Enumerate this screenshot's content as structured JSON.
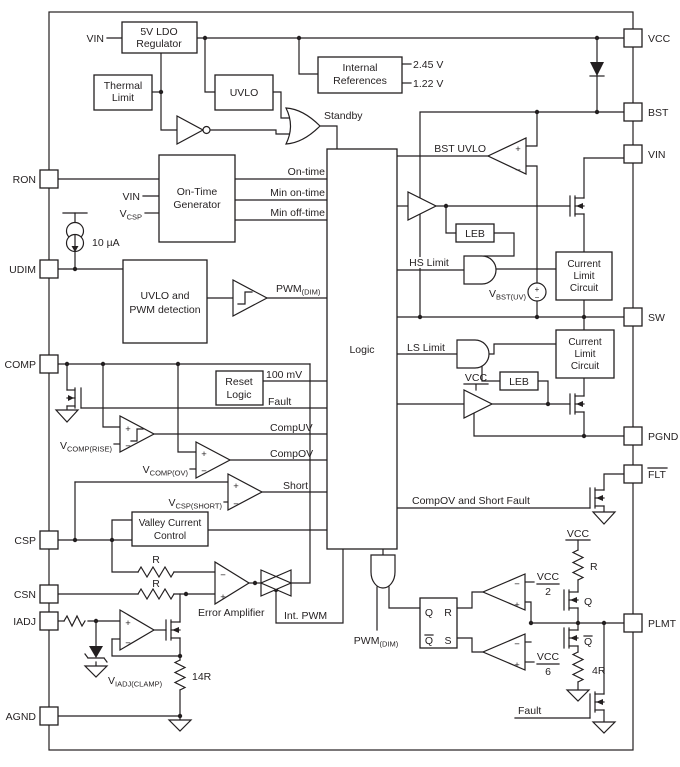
{
  "diagram_title": "LED driver controller functional block diagram",
  "colors": {
    "line": "#231f20",
    "background": "#ffffff"
  },
  "pins": {
    "left": [
      "RON",
      "UDIM",
      "COMP",
      "CSP",
      "CSN",
      "IADJ",
      "AGND"
    ],
    "right": [
      "VCC",
      "BST",
      "VIN",
      "SW",
      "PGND",
      "FLT",
      "PLMT"
    ]
  },
  "blocks": {
    "ldo": [
      "5V LDO",
      "Regulator"
    ],
    "thermal": [
      "Thermal",
      "Limit"
    ],
    "uvlo": "UVLO",
    "intref": [
      "Internal",
      "References"
    ],
    "otg": [
      "On-Time",
      "Generator"
    ],
    "uvlopwm": [
      "UVLO and",
      "PWM detection"
    ],
    "logic": "Logic",
    "reset": [
      "Reset",
      "Logic"
    ],
    "valley": [
      "Valley Current",
      "Control"
    ],
    "leb1": "LEB",
    "leb2": "LEB",
    "clc1": [
      "Current",
      "Limit",
      "Circuit"
    ],
    "clc2": [
      "Current",
      "Limit",
      "Circuit"
    ],
    "latch": {
      "q": "Q",
      "r": "R",
      "qb": "Q",
      "s": "S"
    }
  },
  "labels": {
    "vin_top": "VIN",
    "standby": "Standby",
    "ref1": "2.45 V",
    "ref2": "1.22 V",
    "ontime": "On-time",
    "minon": "Min on-time",
    "minoff": "Min off-time",
    "otg_vin": "VIN",
    "vcsp": {
      "b": "V",
      "s": "CSP"
    },
    "i10": "10 µA",
    "pwmdim": {
      "b": "PWM",
      "s": "(DIM)"
    },
    "pwmdim2": {
      "b": "PWM",
      "s": "(DIM)"
    },
    "bstuvlo": "BST UVLO",
    "hslimit": "HS Limit",
    "lslimit": "LS Limit",
    "vbstuv": {
      "b": "V",
      "s": "BST(UV)"
    },
    "mv100": "100 mV",
    "fault": "Fault",
    "fault2": "Fault",
    "compuv": "CompUV",
    "compov": "CompOV",
    "short": "Short",
    "vcomprise": {
      "b": "V",
      "s": "COMP(RISE)"
    },
    "vcompov": {
      "b": "V",
      "s": "COMP(OV)"
    },
    "vcspshort": {
      "b": "V",
      "s": "CSP(SHORT)"
    },
    "erramp": "Error Amplifier",
    "intpwm": "Int. PWM",
    "r1": "R",
    "r2": "R",
    "r14": "14R",
    "r4": "4R",
    "rtop": "R",
    "viadjclamp": {
      "b": "V",
      "s": "IADJ(CLAMP)"
    },
    "vcc_ls": "VCC",
    "vcc_top": "VCC",
    "vcc2": {
      "num": "VCC",
      "den": "2"
    },
    "vcc6": {
      "num": "VCC",
      "den": "6"
    },
    "compovshort": "CompOV and Short Fault",
    "qfet": "Q",
    "qbfet": "Q",
    "plus": "+",
    "minus": "−"
  }
}
